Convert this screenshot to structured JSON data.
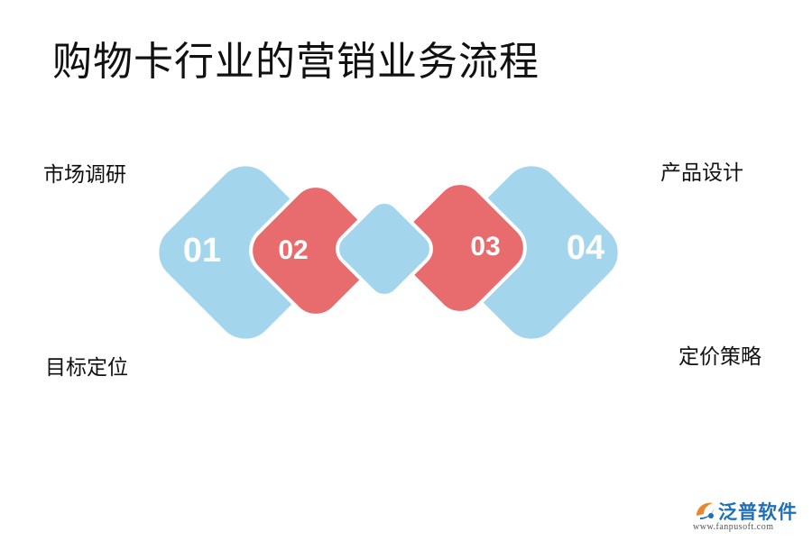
{
  "title": "购物卡行业的营销业务流程",
  "steps": [
    {
      "number": "01",
      "label": "市场调研"
    },
    {
      "number": "02",
      "label": "目标定位"
    },
    {
      "number": "03",
      "label": "产品设计"
    },
    {
      "number": "04",
      "label": "定价策略"
    }
  ],
  "colors": {
    "light_blue": "#a3d6ec",
    "coral_red": "#e86b6e",
    "number_text": "#ffffff"
  },
  "logo": {
    "name": "泛普软件",
    "url": "www.fanpusoft.com",
    "icon": "fanpu-logo-icon"
  }
}
